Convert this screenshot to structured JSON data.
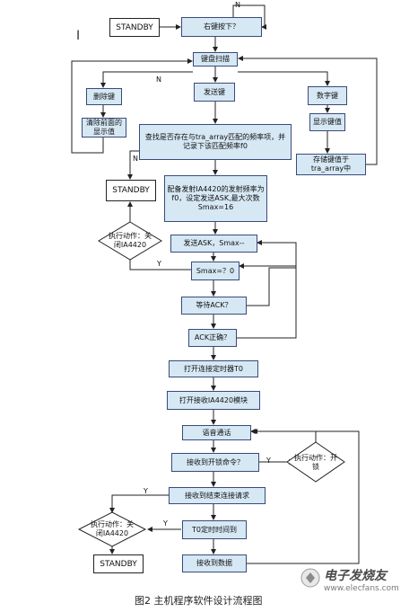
{
  "nodes": {
    "standby_top": "STANDBY",
    "right_key": "右键按下？",
    "key_scan": "键盘扫描",
    "delete_key": "删除键",
    "clear_display": "清除前面的显示值",
    "send_key": "发送键",
    "number_key": "数字键",
    "show_key": "显示键值",
    "store_key": "存储键值于tra_array中",
    "find_match": "查找是否存在与tra_array匹配的频率项，并记录下该匹配频率f0",
    "standby_mid": "STANDBY",
    "config_freq": "配备发射IA4420的发射频率为f0，设定发送ASK,最大次数Smax=16",
    "exec_close_1": "执行动作：关闭IA4420",
    "send_ask": "发送ASK，Smax--",
    "smax_zero": "Smax=？0",
    "wait_ack": "等待ACK？",
    "ack_ok": "ACK正确？",
    "open_timer": "打开连接定时器T0",
    "open_receive": "打开接收IA4420模块",
    "voice_call": "语音通话",
    "recv_unlock": "接收到开锁命令？",
    "exec_unlock": "执行动作：开锁",
    "recv_end": "接收到结束连接请求",
    "exec_close_2": "执行动作：关闭IA4420",
    "t0_timeout": "T0定时时间到",
    "standby_bottom": "STANDBY",
    "recv_data": "接收到数据"
  },
  "labels": {
    "n_top": "N",
    "n_left": "N",
    "n_find": "N",
    "y_smax": "Y",
    "y_unlock": "Y",
    "y_end": "Y",
    "y_t0": "Y"
  },
  "caption": "图2  主机程序软件设计流程图",
  "watermark": {
    "brand": "电子发烧友",
    "url": "www.elecfans.com"
  },
  "colors": {
    "box_fill": "#d6e8f4",
    "box_border": "#3a4a7a",
    "line": "#222222"
  }
}
